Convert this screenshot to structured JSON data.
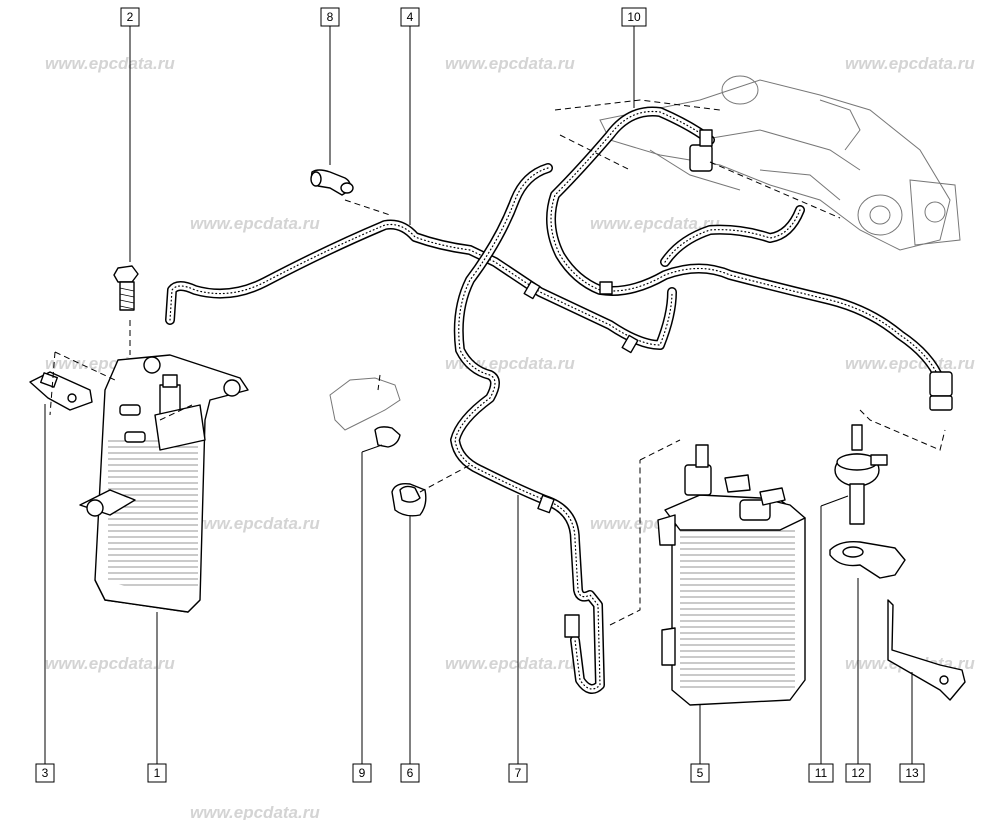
{
  "watermark": "www.epcdata.ru",
  "callouts": [
    {
      "id": "c1",
      "label": "1"
    },
    {
      "id": "c2",
      "label": "2"
    },
    {
      "id": "c3",
      "label": "3"
    },
    {
      "id": "c4",
      "label": "4"
    },
    {
      "id": "c5",
      "label": "5"
    },
    {
      "id": "c6",
      "label": "6"
    },
    {
      "id": "c7",
      "label": "7"
    },
    {
      "id": "c8",
      "label": "8"
    },
    {
      "id": "c9",
      "label": "9"
    },
    {
      "id": "c10",
      "label": "10"
    },
    {
      "id": "c11",
      "label": "11"
    },
    {
      "id": "c12",
      "label": "12"
    },
    {
      "id": "c13",
      "label": "13"
    }
  ]
}
